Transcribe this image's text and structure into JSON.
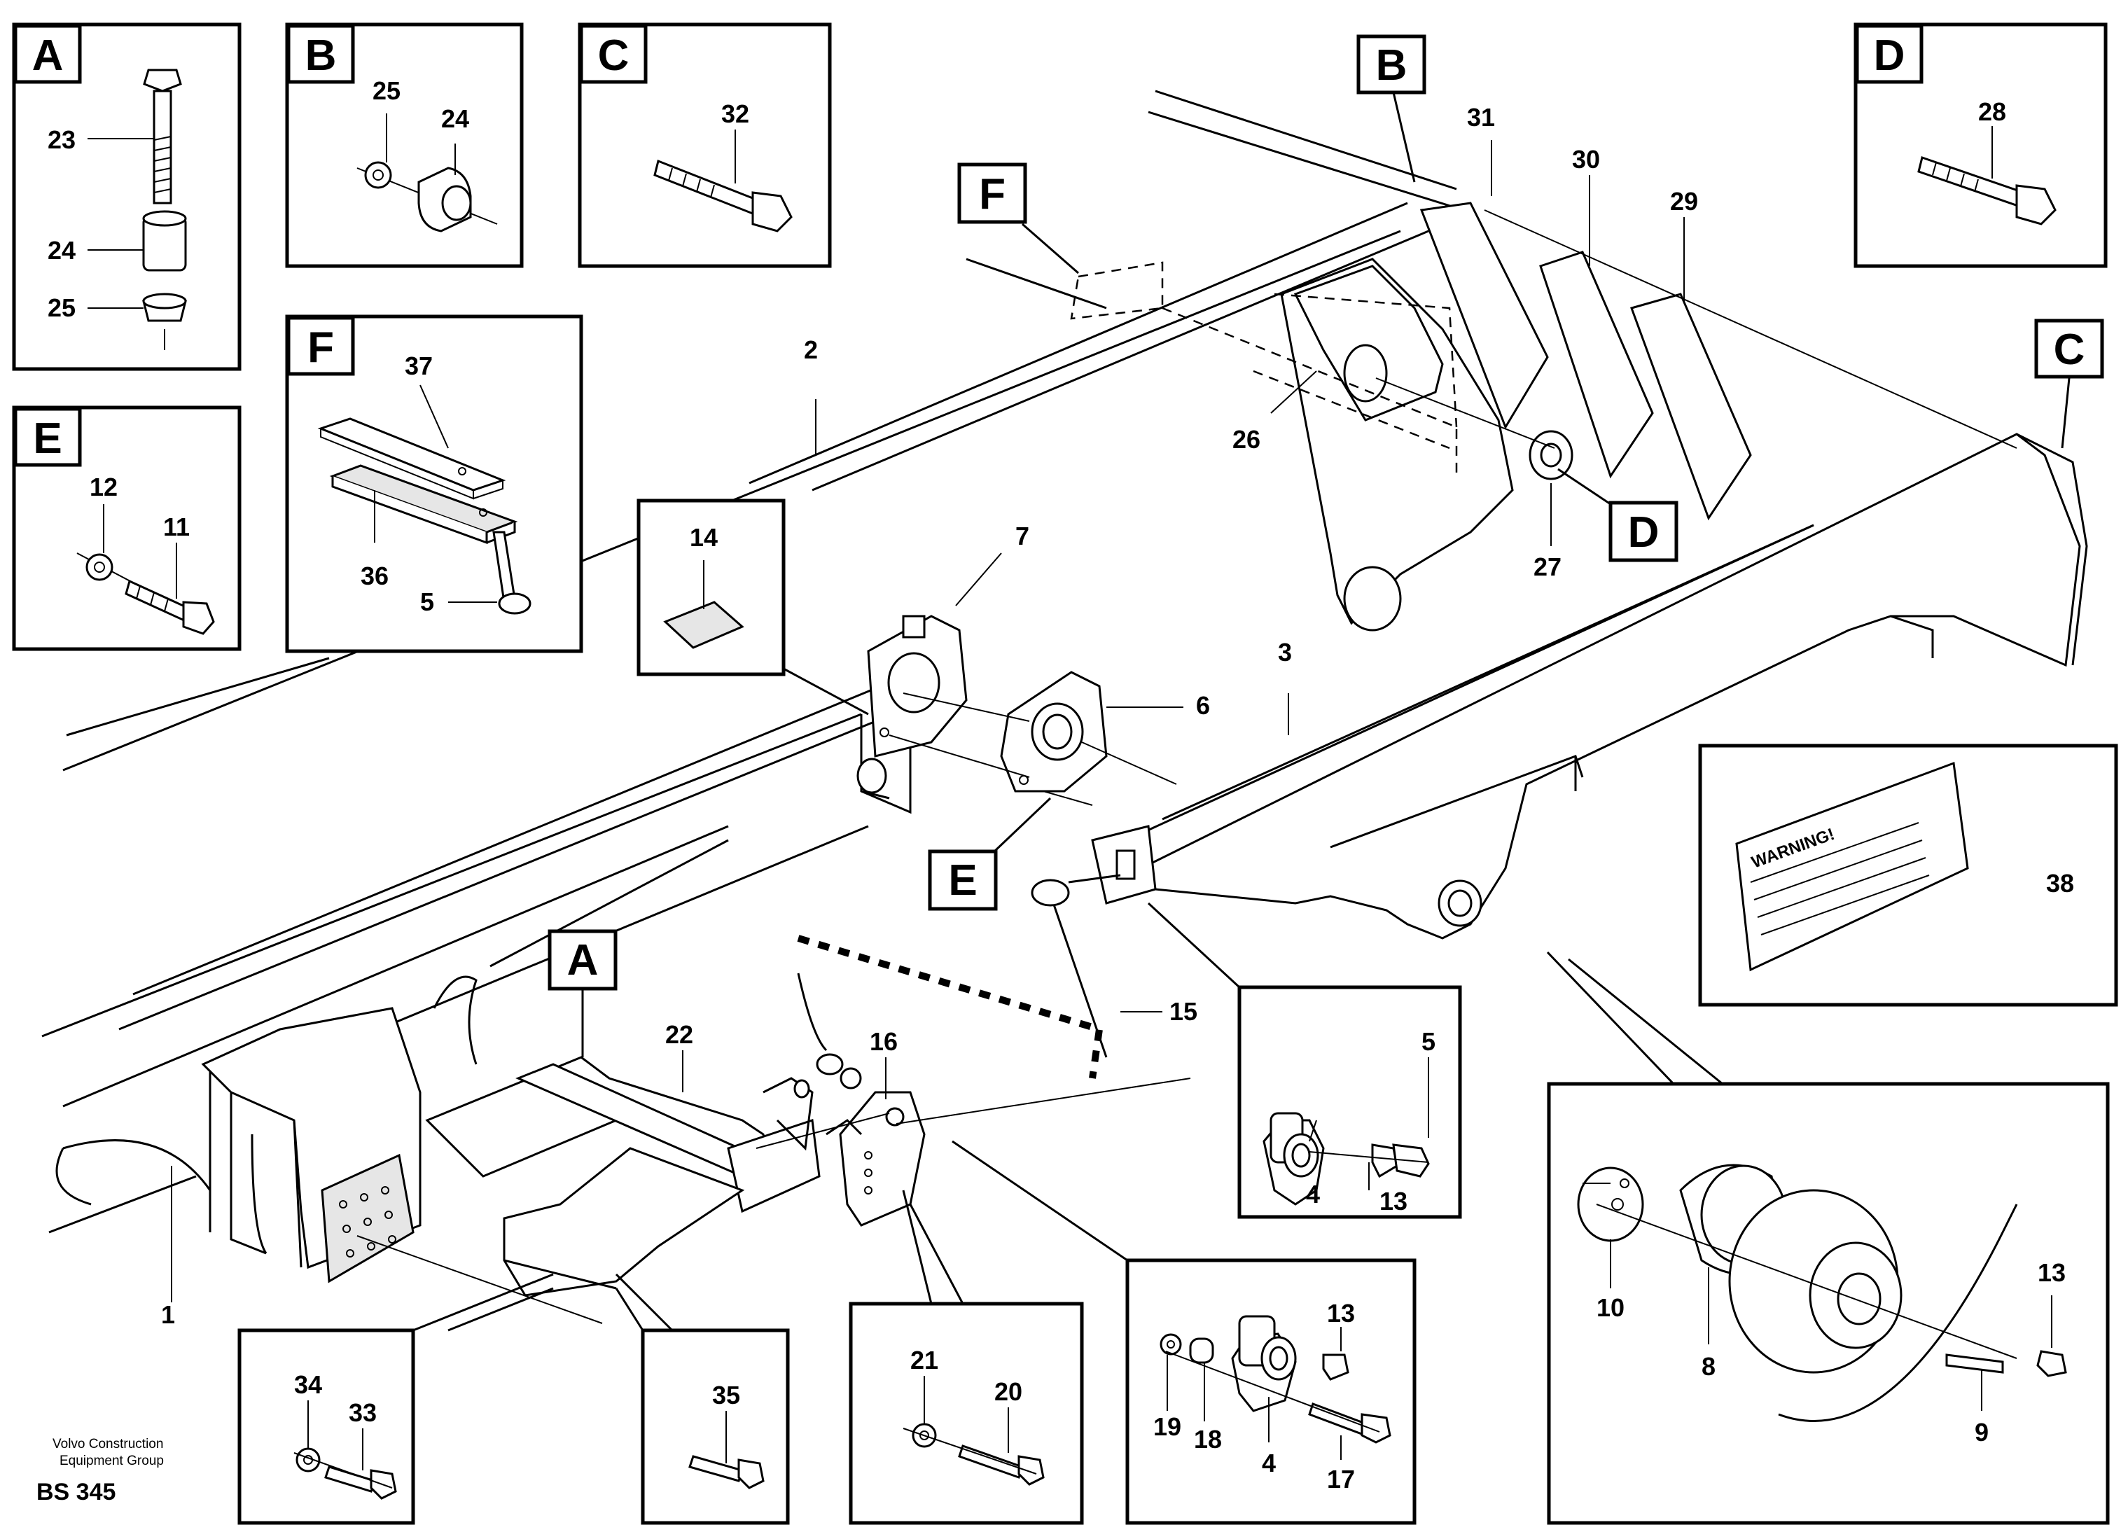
{
  "callouts": {
    "n1": "1",
    "n2": "2",
    "n3": "3",
    "n4a": "4",
    "n4b": "4",
    "n5a": "5",
    "n5b": "5",
    "n6": "6",
    "n7": "7",
    "n8": "8",
    "n9": "9",
    "n10": "10",
    "n11": "11",
    "n12": "12",
    "n13a": "13",
    "n13b": "13",
    "n13c": "13",
    "n14": "14",
    "n15": "15",
    "n16": "16",
    "n17": "17",
    "n18": "18",
    "n19": "19",
    "n20": "20",
    "n21": "21",
    "n22": "22",
    "n23": "23",
    "n24a": "24",
    "n24b": "24",
    "n25a": "25",
    "n25b": "25",
    "n26": "26",
    "n27": "27",
    "n28": "28",
    "n29": "29",
    "n30": "30",
    "n31": "31",
    "n32": "32",
    "n33": "33",
    "n34": "34",
    "n35": "35",
    "n36": "36",
    "n37": "37",
    "n38": "38"
  },
  "detail_letters": {
    "box_a": "A",
    "box_b": "B",
    "box_c": "C",
    "box_d": "D",
    "box_e": "E",
    "box_f": "F",
    "tag_a": "A",
    "tag_b": "B",
    "tag_c": "C",
    "tag_d": "D",
    "tag_e": "E",
    "tag_f": "F"
  },
  "warning_label": "WARNING!",
  "footer": {
    "company_line1": "Volvo Construction",
    "company_line2": "Equipment Group",
    "drawing_code": "BS 345"
  }
}
